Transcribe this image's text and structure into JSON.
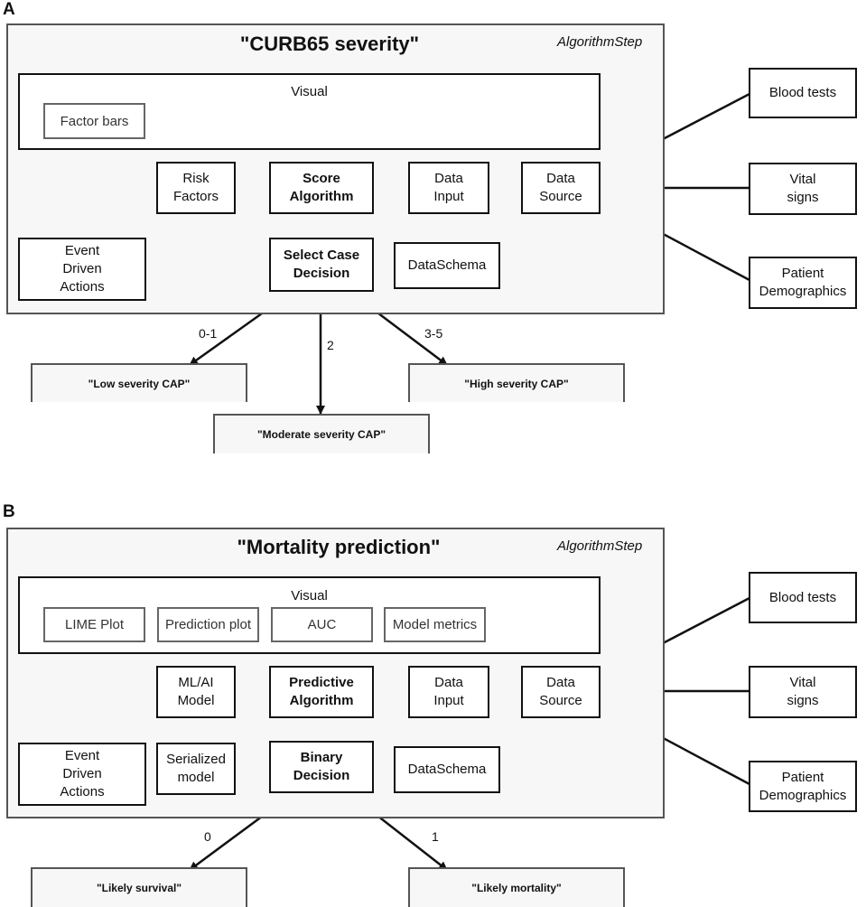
{
  "panel_a": {
    "letter": "A",
    "title": "\"CURB65 severity\"",
    "step_type": "AlgorithmStep",
    "visual_title": "Visual",
    "visual_items": [
      "Factor bars"
    ],
    "risk_factors": "Risk\nFactors",
    "algorithm": "Score\nAlgorithm",
    "decision": "Select Case\nDecision",
    "data_input": "Data\nInput",
    "data_source": "Data\nSource",
    "data_schema": "DataSchema",
    "event_actions": "Event\nDriven\nActions",
    "outcomes": [
      "\"Low severity CAP\"",
      "\"Moderate severity CAP\"",
      "\"High severity CAP\""
    ],
    "edge_labels": [
      "0-1",
      "2",
      "3-5"
    ]
  },
  "panel_b": {
    "letter": "B",
    "title": "\"Mortality prediction\"",
    "step_type": "AlgorithmStep",
    "visual_title": "Visual",
    "visual_items": [
      "LIME Plot",
      "Prediction plot",
      "AUC",
      "Model metrics"
    ],
    "model": "ML/AI\nModel",
    "serialized_model": "Serialized\nmodel",
    "algorithm": "Predictive\nAlgorithm",
    "decision": "Binary\nDecision",
    "data_input": "Data\nInput",
    "data_source": "Data\nSource",
    "data_schema": "DataSchema",
    "event_actions": "Event\nDriven\nActions",
    "outcomes": [
      "\"Likely survival\"",
      "\"Likely mortality\""
    ],
    "edge_labels": [
      "0",
      "1"
    ]
  },
  "sources_a": [
    "Blood tests",
    "Vital\nsigns",
    "Patient\nDemographics"
  ],
  "sources_b": [
    "Blood tests",
    "Vital\nsigns",
    "Patient\nDemographics"
  ]
}
